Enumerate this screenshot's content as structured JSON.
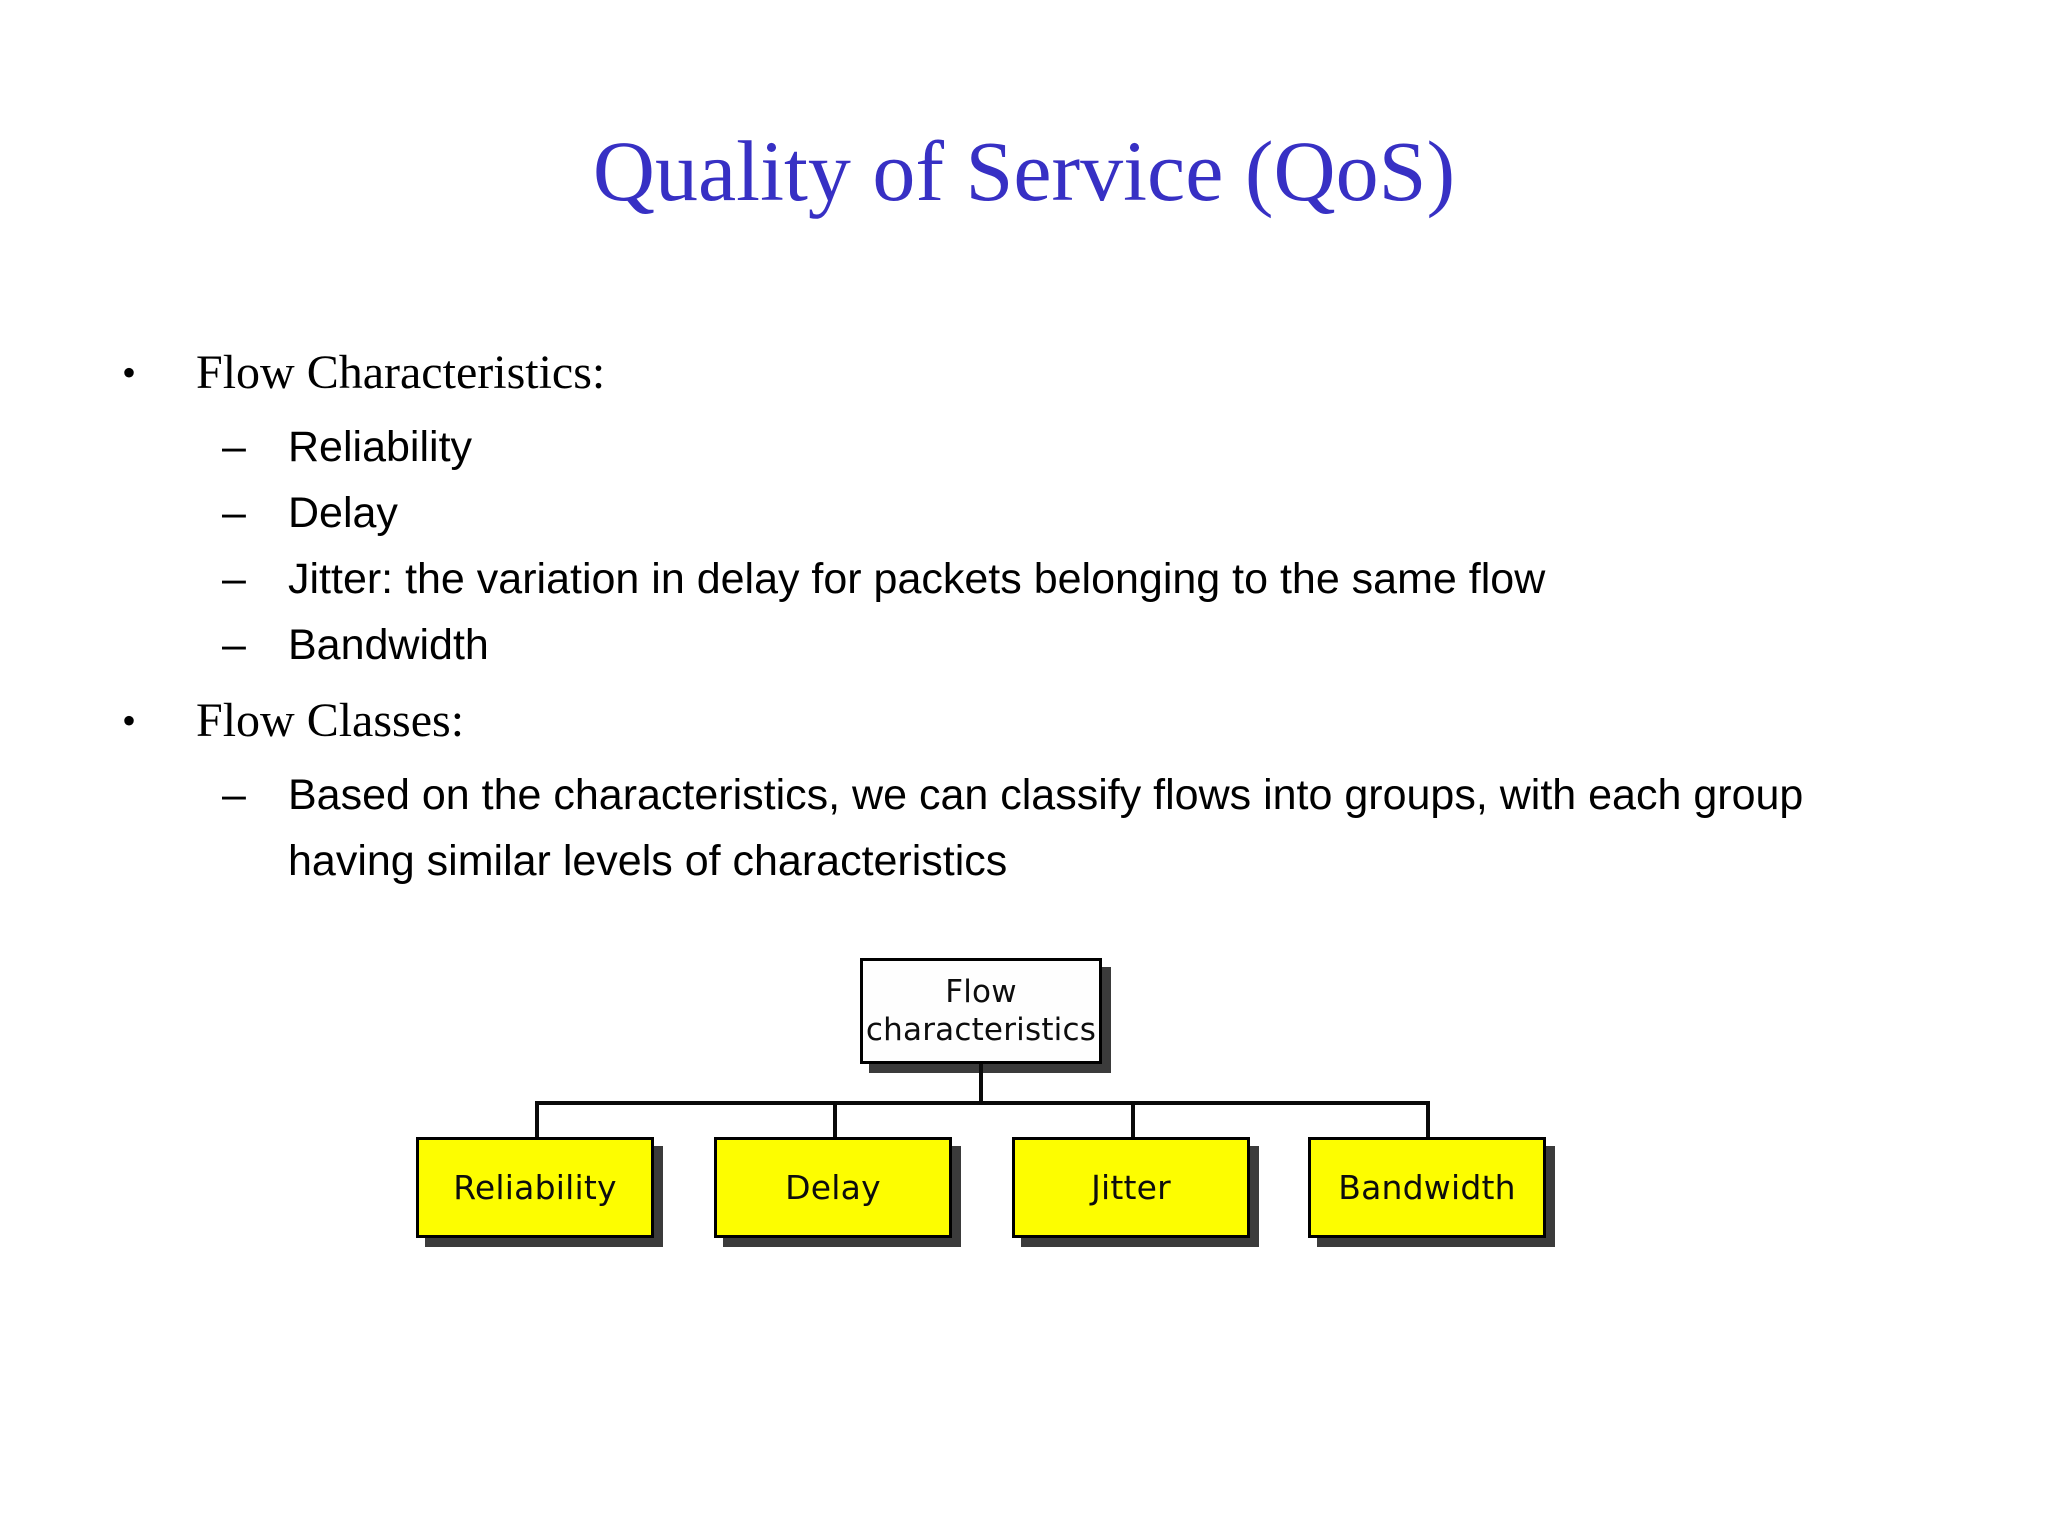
{
  "slide": {
    "title": "Quality of Service (QoS)",
    "title_color": "#3730c4",
    "background_color": "#ffffff",
    "bullet_marker": "•",
    "dash_marker": "–",
    "bullets": [
      {
        "level": 1,
        "text": "Flow Characteristics:",
        "children": [
          {
            "level": 2,
            "text": "Reliability"
          },
          {
            "level": 2,
            "text": "Delay"
          },
          {
            "level": 2,
            "text": "Jitter: the variation in delay for packets belonging to the same flow"
          },
          {
            "level": 2,
            "text": "Bandwidth"
          }
        ]
      },
      {
        "level": 1,
        "text": "Flow Classes:",
        "children": [
          {
            "level": 2,
            "text": "Based on the characteristics, we can classify flows into groups, with each group having similar levels of characteristics"
          }
        ]
      }
    ]
  },
  "diagram": {
    "type": "tree",
    "root_fill": "#fefefe",
    "leaf_fill": "#fdfd00",
    "border_color": "#000000",
    "shadow_color": "#3b3b3b",
    "root": {
      "line1": "Flow",
      "line2": "characteristics"
    },
    "leaves": [
      {
        "label": "Reliability"
      },
      {
        "label": "Delay"
      },
      {
        "label": "Jitter"
      },
      {
        "label": "Bandwidth"
      }
    ]
  }
}
